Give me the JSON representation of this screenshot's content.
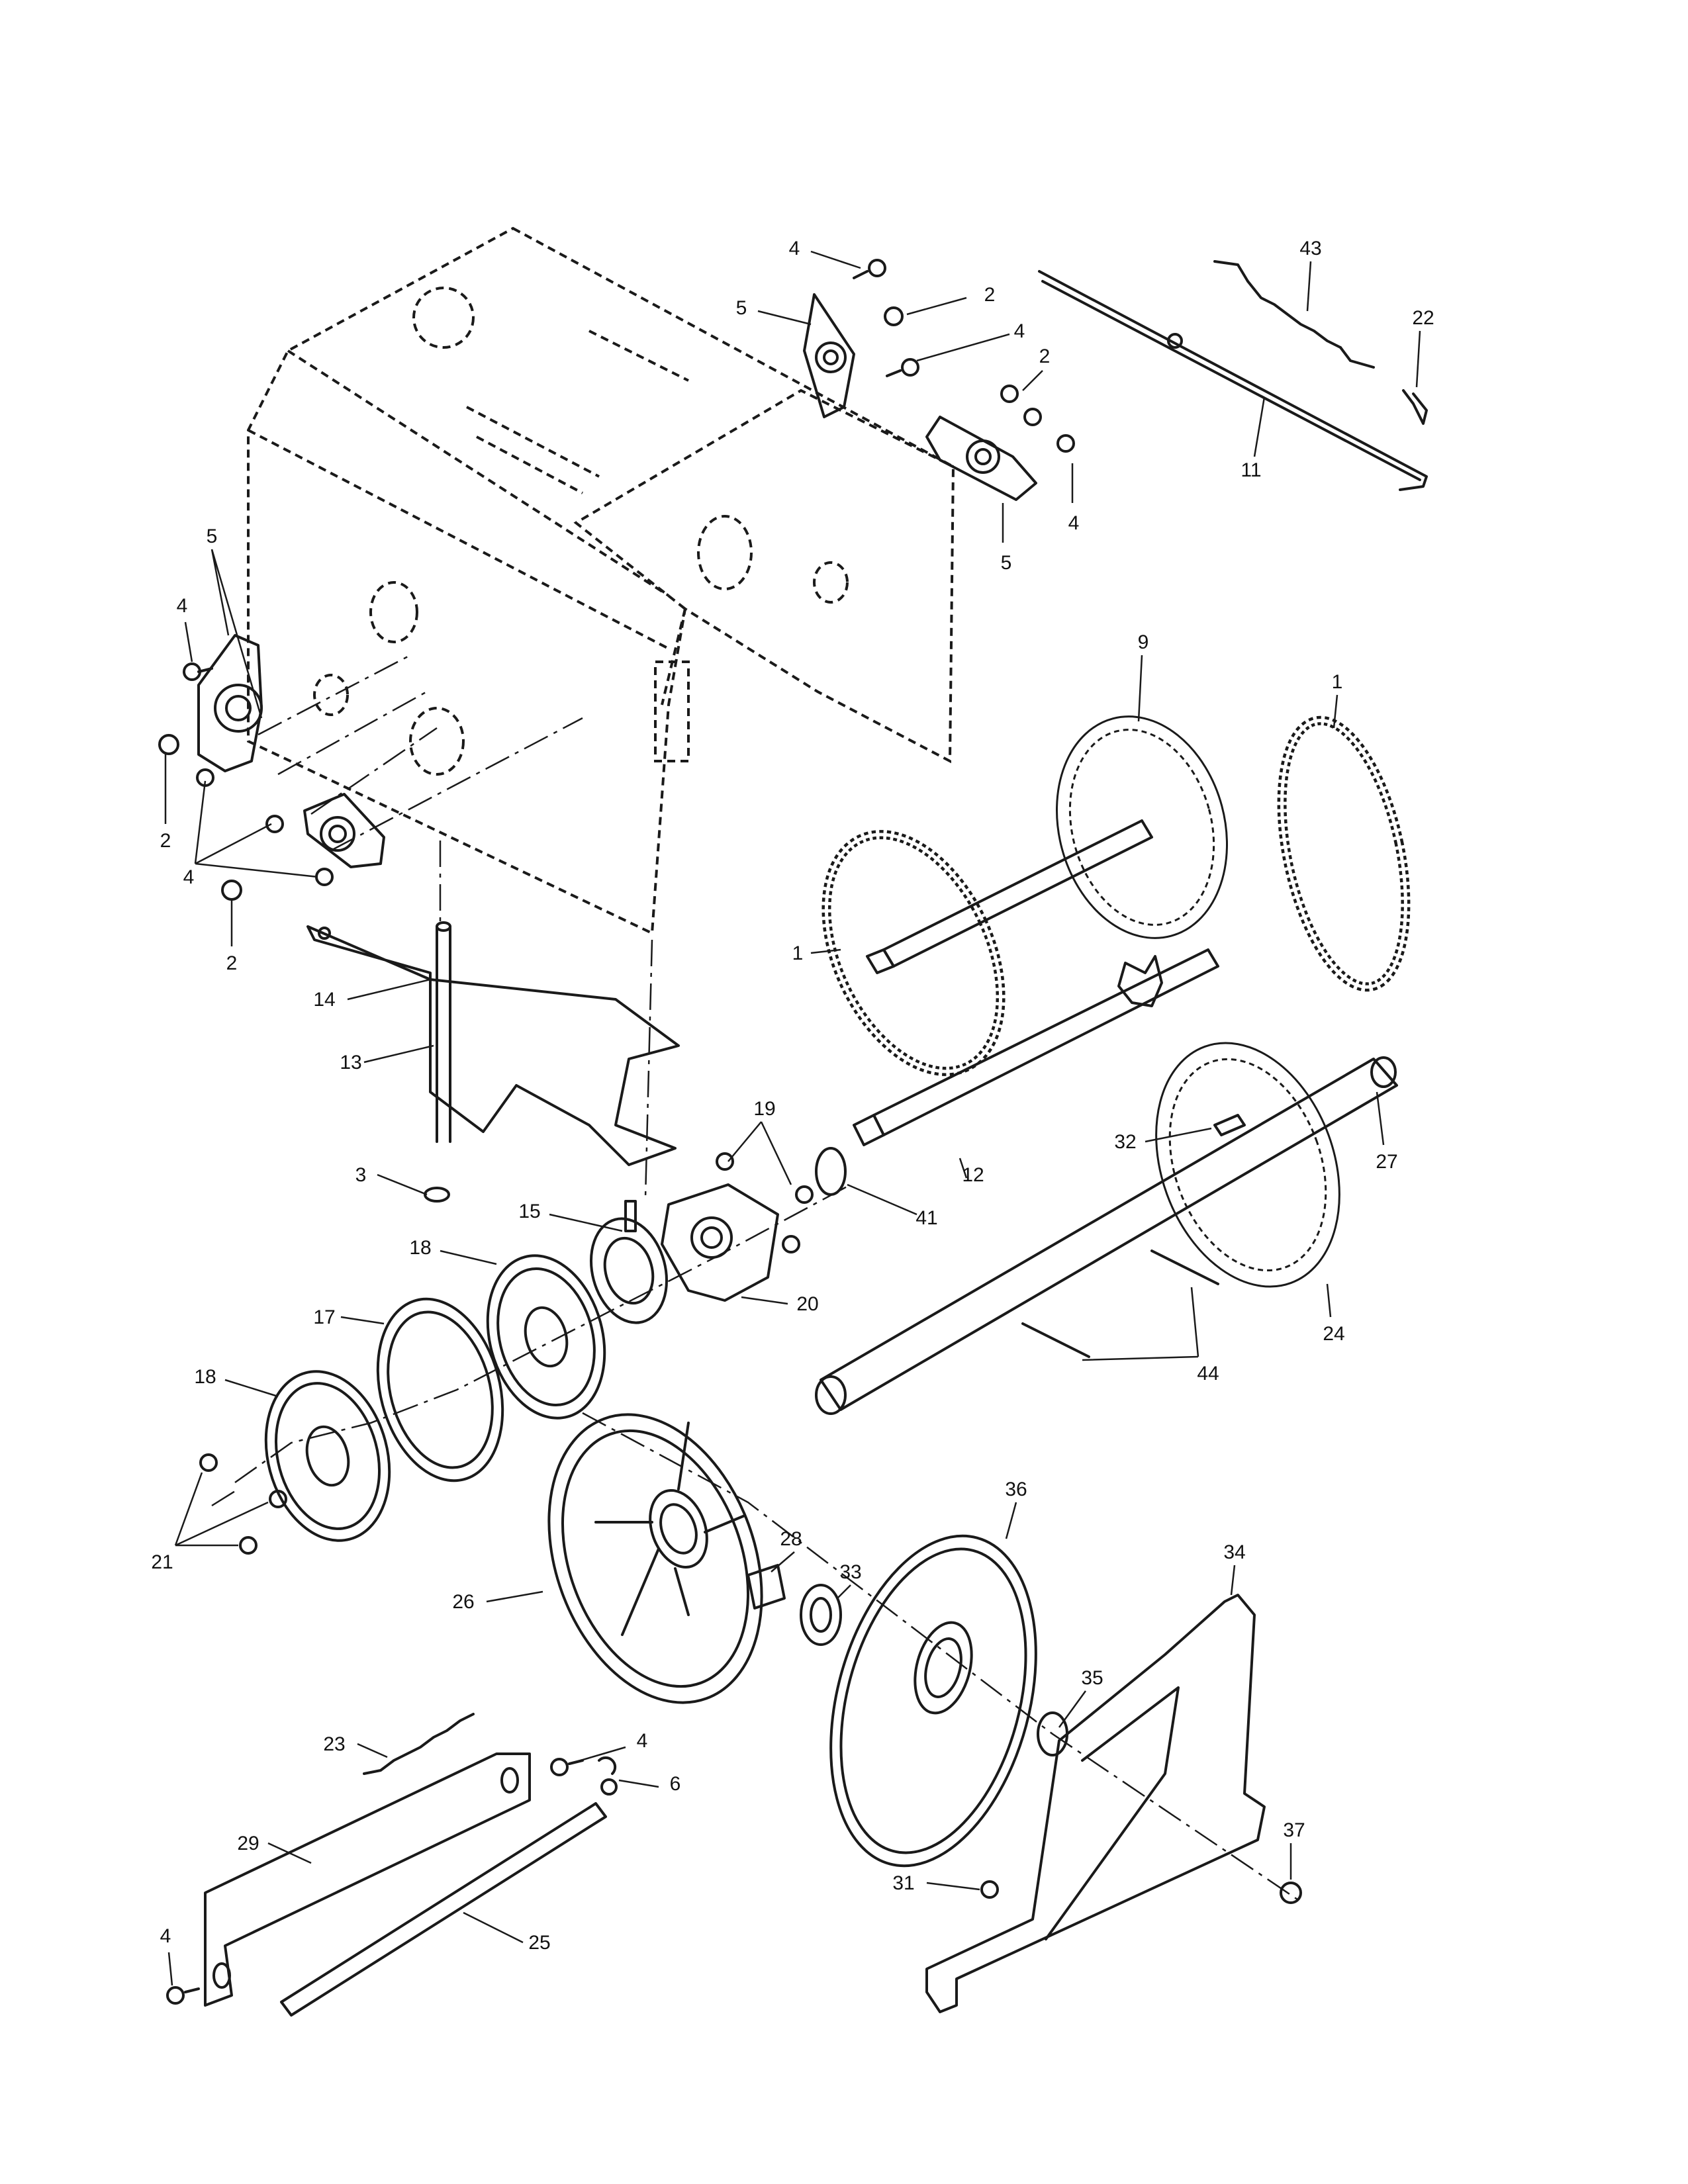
{
  "callouts": [
    {
      "id": "c1",
      "label": "4"
    },
    {
      "id": "c2",
      "label": "5"
    },
    {
      "id": "c3",
      "label": "2"
    },
    {
      "id": "c4",
      "label": "4"
    },
    {
      "id": "c5",
      "label": "2"
    },
    {
      "id": "c6",
      "label": "4"
    },
    {
      "id": "c7",
      "label": "5"
    },
    {
      "id": "c8",
      "label": "43"
    },
    {
      "id": "c9",
      "label": "22"
    },
    {
      "id": "c10",
      "label": "11"
    },
    {
      "id": "c11",
      "label": "5"
    },
    {
      "id": "c12",
      "label": "4"
    },
    {
      "id": "c13",
      "label": "2"
    },
    {
      "id": "c14",
      "label": "4"
    },
    {
      "id": "c15",
      "label": "2"
    },
    {
      "id": "c16",
      "label": "9"
    },
    {
      "id": "c17",
      "label": "1"
    },
    {
      "id": "c18",
      "label": "1"
    },
    {
      "id": "c19",
      "label": "14"
    },
    {
      "id": "c20",
      "label": "13"
    },
    {
      "id": "c21",
      "label": "19"
    },
    {
      "id": "c22",
      "label": "32"
    },
    {
      "id": "c23",
      "label": "12"
    },
    {
      "id": "c24",
      "label": "27"
    },
    {
      "id": "c25",
      "label": "3"
    },
    {
      "id": "c26",
      "label": "41"
    },
    {
      "id": "c27",
      "label": "15"
    },
    {
      "id": "c28",
      "label": "18"
    },
    {
      "id": "c29",
      "label": "20"
    },
    {
      "id": "c30",
      "label": "17"
    },
    {
      "id": "c31",
      "label": "24"
    },
    {
      "id": "c32",
      "label": "44"
    },
    {
      "id": "c33",
      "label": "18"
    },
    {
      "id": "c34",
      "label": "36"
    },
    {
      "id": "c35",
      "label": "28"
    },
    {
      "id": "c36",
      "label": "33"
    },
    {
      "id": "c37",
      "label": "34"
    },
    {
      "id": "c38",
      "label": "21"
    },
    {
      "id": "c39",
      "label": "26"
    },
    {
      "id": "c40",
      "label": "35"
    },
    {
      "id": "c41",
      "label": "23"
    },
    {
      "id": "c42",
      "label": "4"
    },
    {
      "id": "c43",
      "label": "6"
    },
    {
      "id": "c44",
      "label": "37"
    },
    {
      "id": "c45",
      "label": "29"
    },
    {
      "id": "c46",
      "label": "31"
    },
    {
      "id": "c47",
      "label": "4"
    },
    {
      "id": "c48",
      "label": "25"
    }
  ]
}
